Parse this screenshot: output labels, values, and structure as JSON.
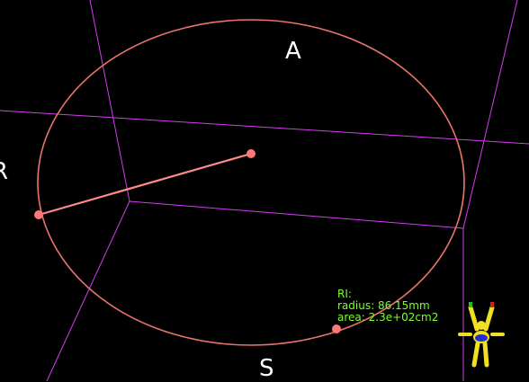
{
  "view": {
    "background": "#000000",
    "slice_color": "#d43cf0",
    "roi_color": "#e9746b",
    "handle_color": "#ff7777",
    "annotation_color": "#7cff2a"
  },
  "orientation": {
    "top": "A",
    "bottom": "S",
    "left": "R"
  },
  "roi": {
    "name": "RI:",
    "radius_text": "radius: 86.15mm",
    "area_text": "area: 2.3e+02cm2"
  },
  "orientation_marker": {
    "icon": "human-figure-icon",
    "colors": {
      "body": "#f0e020",
      "torso": "#2030d0",
      "left_hand": "#20c020",
      "right_hand": "#d02020"
    }
  }
}
